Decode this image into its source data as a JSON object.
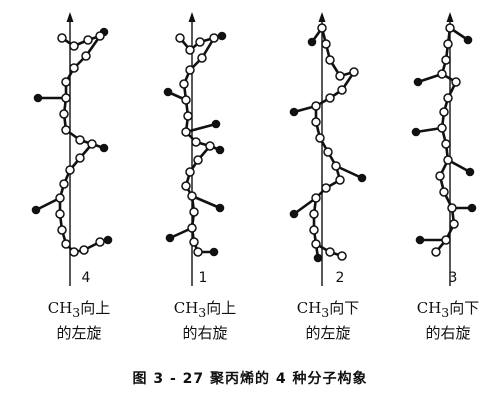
{
  "figure": {
    "caption": "图 3 - 27   聚丙烯的 4 种分子构象"
  },
  "panels": [
    {
      "number": "4",
      "line1_pre": "CH",
      "line1_sub": "3",
      "line1_post": "向上",
      "line2": "的左旋"
    },
    {
      "number": "1",
      "line1_pre": "CH",
      "line1_sub": "3",
      "line1_post": "向上",
      "line2": "的右旋"
    },
    {
      "number": "2",
      "line1_pre": "CH",
      "line1_sub": "3",
      "line1_post": "向下",
      "line2": "的左旋"
    },
    {
      "number": "3",
      "line1_pre": "CH",
      "line1_sub": "3",
      "line1_post": "向下",
      "line2": "的右旋"
    }
  ],
  "colors": {
    "ink": "#111111",
    "background": "#ffffff"
  }
}
